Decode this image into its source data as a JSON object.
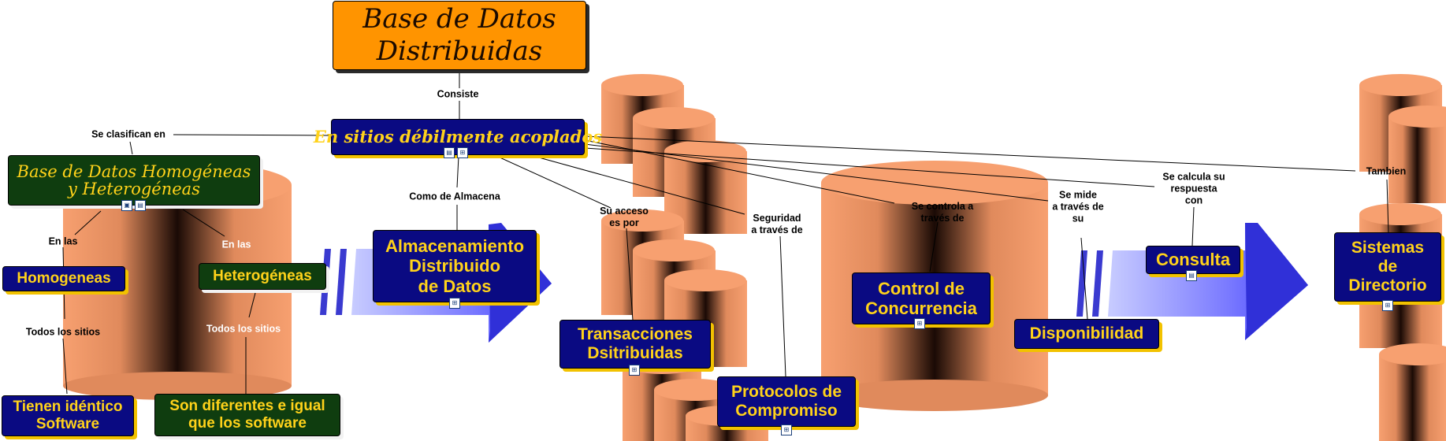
{
  "nodes": {
    "main": "Base de Datos\nDistribuidas",
    "sitios": "En sitios débilmente acoplados",
    "homo_hetero": "Base de Datos Homogéneas\ny Heterogéneas",
    "homogeneas": "Homogeneas",
    "heterogeneas": "Heterogéneas",
    "identico": "Tienen idéntico\nSoftware",
    "diferentes": "Son diferentes e igual\nque los software",
    "almacenamiento": "Almacenamiento\nDistribuido\nde Datos",
    "transacciones": "Transacciones\nDsitribuidas",
    "protocolos": "Protocolos de\nCompromiso",
    "control": "Control de\nConcurrencia",
    "disponibilidad": "Disponibilidad",
    "consulta": "Consulta",
    "directorio": "Sistemas\nde\nDirectorio"
  },
  "links": {
    "consiste": "Consiste",
    "clasifican": "Se clasifican en",
    "en_las_1": "En las",
    "en_las_2": "En las",
    "todos_1": "Todos los sitios",
    "todos_2": "Todos los sitios",
    "almacena": "Como de Almacena",
    "acceso": "Su acceso\nes por",
    "seguridad": "Seguridad\na través de",
    "controla": "Se controla a\ntravés de",
    "mide": "Se mide\na través de\nsu",
    "calcula": "Se calcula su\nrespuesta\ncon",
    "tambien": "Tambien"
  },
  "colors": {
    "navy": "#0a0a82",
    "gold": "#ffd21a",
    "green": "#0f3d0f",
    "orange": "#ff9400",
    "salmon": "#f7a070",
    "arrow": "#5a5aff"
  }
}
